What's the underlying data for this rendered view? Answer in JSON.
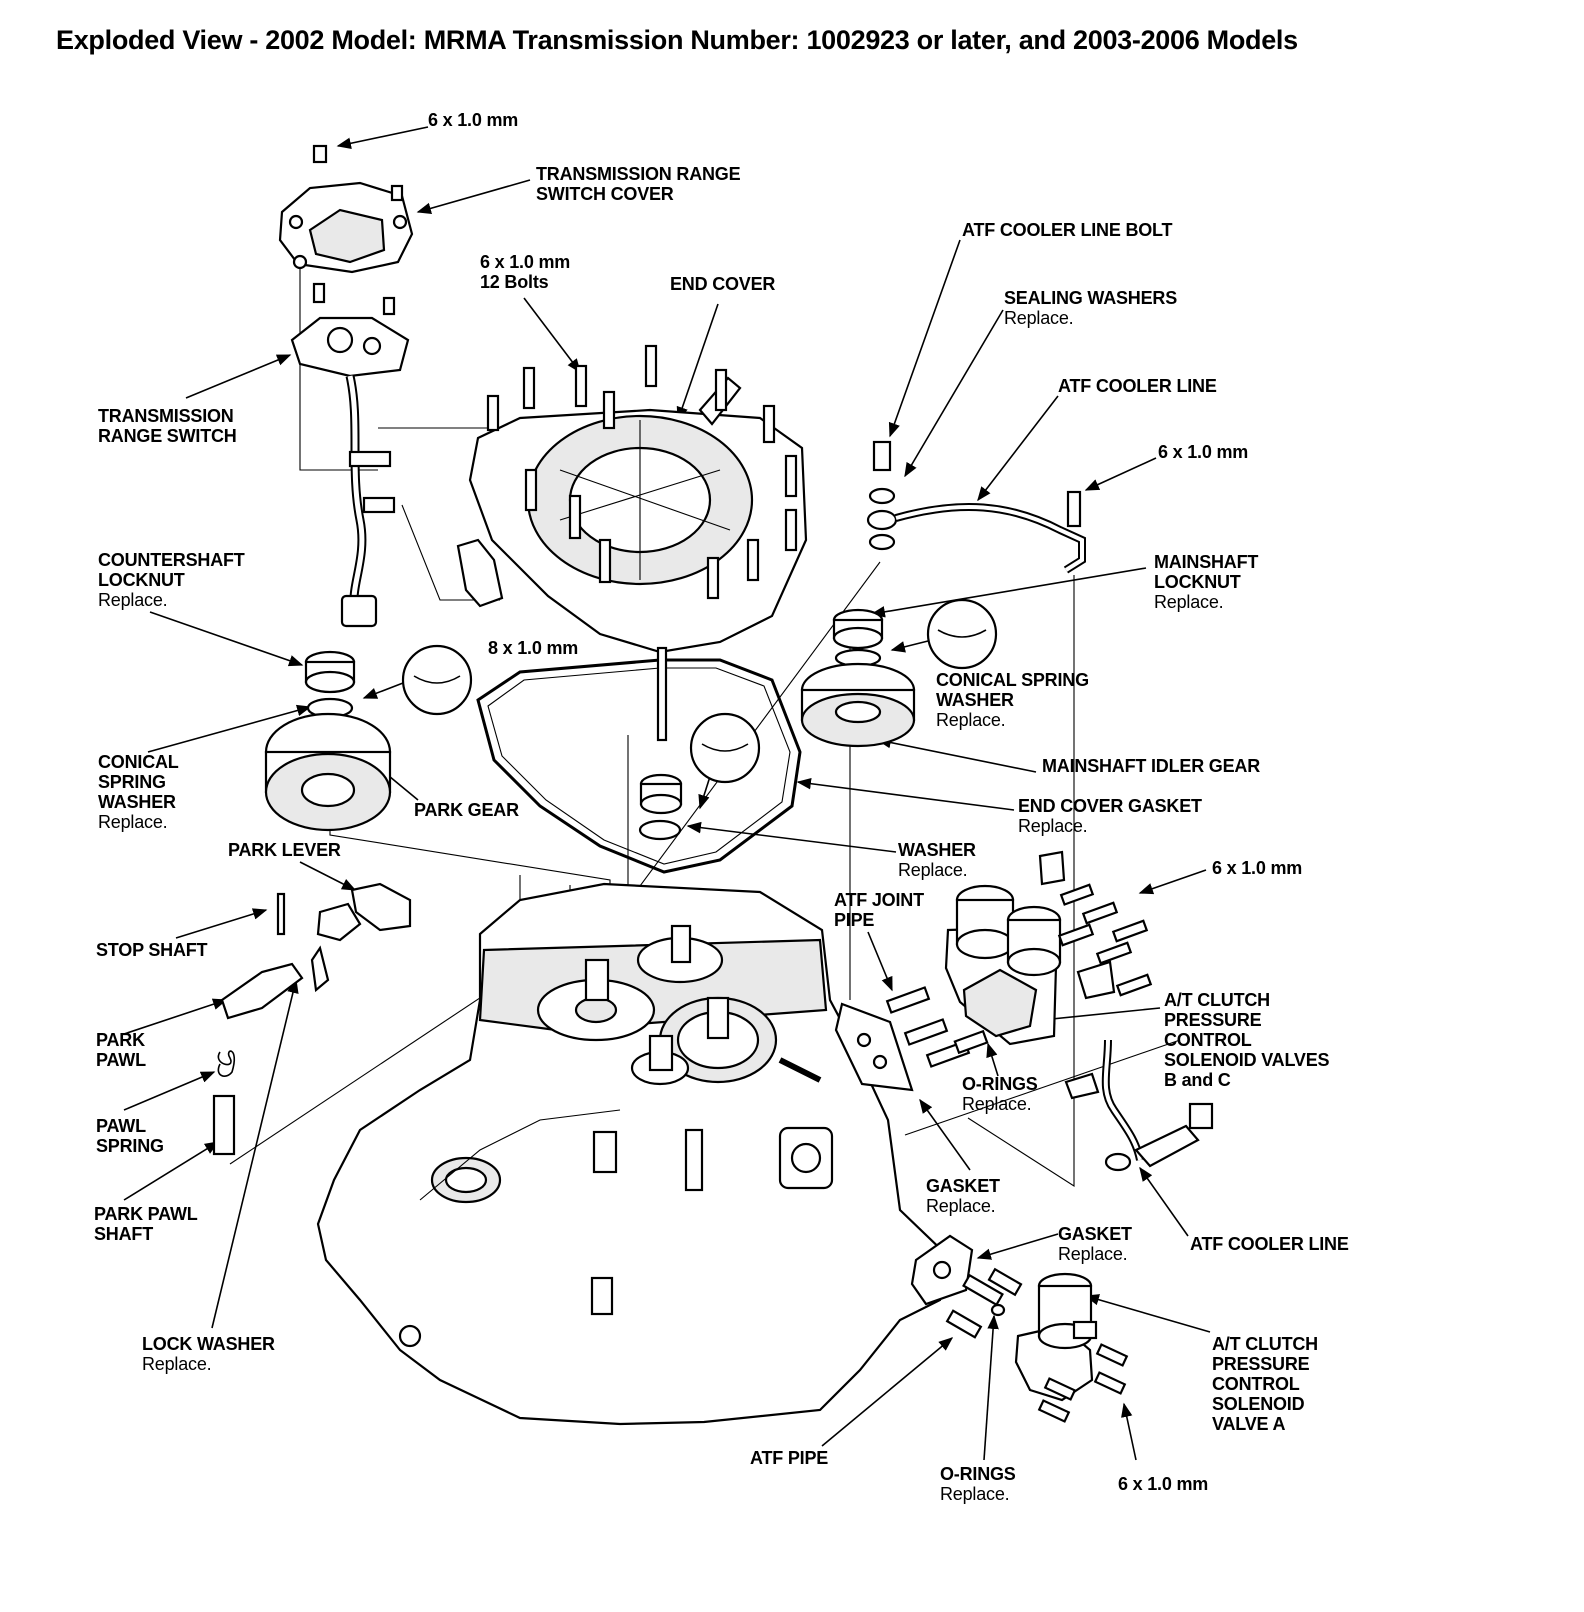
{
  "title": "Exploded View - 2002 Model: MRMA Transmission Number: 1002923 or later, and 2003-2006 Models",
  "labels": {
    "bolt_top": {
      "name": "6 x 1.0 mm"
    },
    "range_switch_cover": {
      "name": "TRANSMISSION RANGE\nSWITCH COVER"
    },
    "bolts_12": {
      "name": "6 x 1.0 mm\n12 Bolts"
    },
    "end_cover": {
      "name": "END COVER"
    },
    "atf_cooler_line_bolt": {
      "name": "ATF COOLER LINE BOLT"
    },
    "sealing_washers": {
      "name": "SEALING WASHERS",
      "note": "Replace."
    },
    "atf_cooler_line_top": {
      "name": "ATF COOLER LINE"
    },
    "bolt_cooler": {
      "name": "6 x 1.0 mm"
    },
    "range_switch": {
      "name": "TRANSMISSION\nRANGE SWITCH"
    },
    "countershaft_locknut": {
      "name": "COUNTERSHAFT\nLOCKNUT",
      "note": "Replace."
    },
    "mainshaft_locknut": {
      "name": "MAINSHAFT\nLOCKNUT",
      "note": "Replace."
    },
    "bolts_8": {
      "name": "8 x 1.0 mm"
    },
    "conical_spring_washer_right": {
      "name": "CONICAL SPRING\nWASHER",
      "note": "Replace."
    },
    "conical_spring_washer_left": {
      "name": "CONICAL\nSPRING\nWASHER",
      "note": "Replace."
    },
    "mainshaft_idler_gear": {
      "name": "MAINSHAFT IDLER GEAR"
    },
    "park_gear": {
      "name": "PARK GEAR"
    },
    "end_cover_gasket": {
      "name": "END COVER GASKET",
      "note": "Replace."
    },
    "washer": {
      "name": "WASHER",
      "note": "Replace."
    },
    "park_lever": {
      "name": "PARK LEVER"
    },
    "atf_joint_pipe": {
      "name": "ATF JOINT\nPIPE"
    },
    "bolt_solenoid_bc": {
      "name": "6 x 1.0 mm"
    },
    "stop_shaft": {
      "name": "STOP SHAFT"
    },
    "solenoid_bc": {
      "name": "A/T CLUTCH\nPRESSURE\nCONTROL\nSOLENOID VALVES\nB and C"
    },
    "park_pawl": {
      "name": "PARK\nPAWL"
    },
    "o_rings_upper": {
      "name": "O-RINGS",
      "note": "Replace."
    },
    "pawl_spring": {
      "name": "PAWL\nSPRING"
    },
    "gasket_upper": {
      "name": "GASKET",
      "note": "Replace."
    },
    "park_pawl_shaft": {
      "name": "PARK PAWL\nSHAFT"
    },
    "gasket_lower": {
      "name": "GASKET",
      "note": "Replace."
    },
    "atf_cooler_line_bottom": {
      "name": "ATF COOLER LINE"
    },
    "lock_washer": {
      "name": "LOCK WASHER",
      "note": "Replace."
    },
    "solenoid_a": {
      "name": "A/T CLUTCH\nPRESSURE\nCONTROL\nSOLENOID\nVALVE A"
    },
    "atf_pipe": {
      "name": "ATF PIPE"
    },
    "o_rings_lower": {
      "name": "O-RINGS",
      "note": "Replace."
    },
    "bolt_solenoid_a": {
      "name": "6 x 1.0 mm"
    }
  }
}
